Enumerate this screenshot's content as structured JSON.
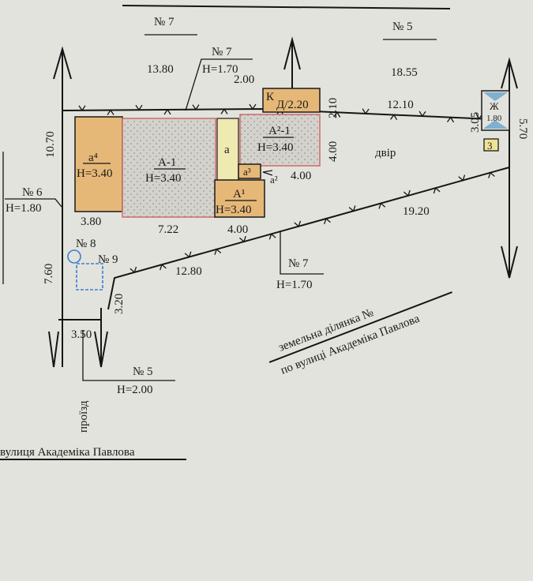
{
  "header": {
    "neighbor_left": "№ 7",
    "neighbor_right": "№ 5"
  },
  "buildings": {
    "a4": {
      "label": "a⁴",
      "height": "H=3.40"
    },
    "a1_main": {
      "label": "А-1",
      "height": "H=3.40"
    },
    "a": {
      "label": "а"
    },
    "a2_1": {
      "label": "А²-1",
      "height": "H=3.40"
    },
    "a3": {
      "label": "а³"
    },
    "a2": {
      "label": "а²"
    },
    "A1": {
      "label": "А¹",
      "height": "H=3.40"
    },
    "k": {
      "label": "К",
      "sub": "Д/2.20"
    },
    "zh": {
      "label": "Ж",
      "sub": "1.80"
    },
    "three": {
      "label": "3"
    }
  },
  "yard_label": "двір",
  "dimensions": {
    "top_left": "13.80",
    "top_mid": "2.00",
    "top_right": "18.55",
    "top_inner": "12.10",
    "k_height": "2.10",
    "a2_height": "4.00",
    "a2_width": "4.00",
    "left_side": "10.70",
    "zh_side": "3.05",
    "right_side": "5.70",
    "a4_width": "3.80",
    "a1_width": "7.22",
    "A1_width": "4.00",
    "diag_long": "19.20",
    "diag_short": "12.80",
    "left_lower": "7.60",
    "small_side": "3.20",
    "bottom": "3.50"
  },
  "fences": {
    "top": {
      "num": "№ 7",
      "h": "H=1.70"
    },
    "left": {
      "num": "№ 6",
      "h": "H=1.80"
    },
    "lower": {
      "num": "№ 7",
      "h": "H=1.70"
    },
    "bottom": {
      "num": "№ 5",
      "h": "H=2.00"
    }
  },
  "objects": {
    "well": "№ 8",
    "pit": "№ 9"
  },
  "streets": {
    "passage": "проїзд",
    "street": "вулиця Академіка Павлова",
    "plot_line1": "земельна ділянка №",
    "plot_line2": "по вулиці Академіка Павлова"
  }
}
